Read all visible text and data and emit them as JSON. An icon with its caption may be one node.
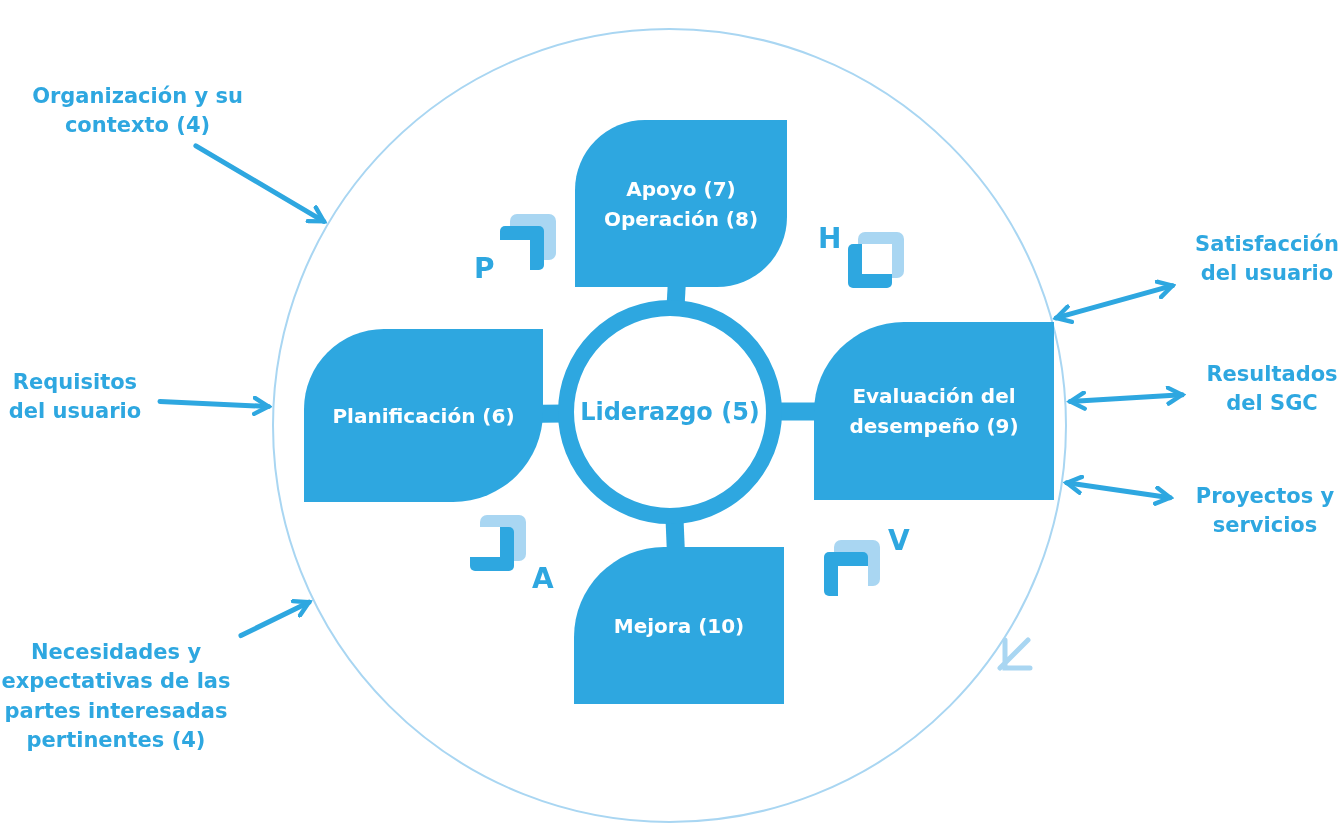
{
  "diagram": {
    "nodes": [
      {
        "text": [
          "Organización y su contexto (4)"
        ]
      },
      {
        "text": [
          "Requisitos del usuario"
        ]
      },
      {
        "text": [
          "Necesidades y expectativas de las partes interesadas pertinentes (4)"
        ]
      },
      {
        "text": [],
        "shape": "circle"
      },
      {
        "text": [
          "Apoyo (7)",
          "Operación (8)"
        ],
        "in": 3
      },
      {
        "text": [
          "Planificación (6)"
        ],
        "in": 3
      },
      {
        "text": [
          "Liderazgo (5)"
        ],
        "in": 3
      },
      {
        "text": [
          "Evaluación del desempeño (9)"
        ],
        "in": 3
      },
      {
        "text": [
          "Mejora (10)"
        ],
        "in": 3
      },
      {
        "text": [
          "Satisfacción del usuario"
        ]
      },
      {
        "text": [
          "Resultados del SGC"
        ]
      },
      {
        "text": [
          "Proyectos y servicios"
        ]
      }
    ],
    "edges": [
      {
        "from": 0,
        "to": 3,
        "arrow": "to"
      },
      {
        "from": 1,
        "to": 3,
        "arrow": "to"
      },
      {
        "from": 2,
        "to": 3,
        "arrow": "to"
      },
      {
        "from": 3,
        "to": 9,
        "arrow": "both"
      },
      {
        "from": 3,
        "to": 10,
        "arrow": "both"
      },
      {
        "from": 3,
        "to": 11,
        "arrow": "both"
      },
      {
        "from": 6,
        "to": 4,
        "arrow": "none",
        "style": "thick"
      },
      {
        "from": 6,
        "to": 5,
        "arrow": "none",
        "style": "thick"
      },
      {
        "from": 6,
        "to": 7,
        "arrow": "none",
        "style": "thick"
      },
      {
        "from": 6,
        "to": 8,
        "arrow": "none",
        "style": "thick"
      }
    ],
    "labels": [
      "P",
      "H",
      "A",
      "V"
    ]
  }
}
